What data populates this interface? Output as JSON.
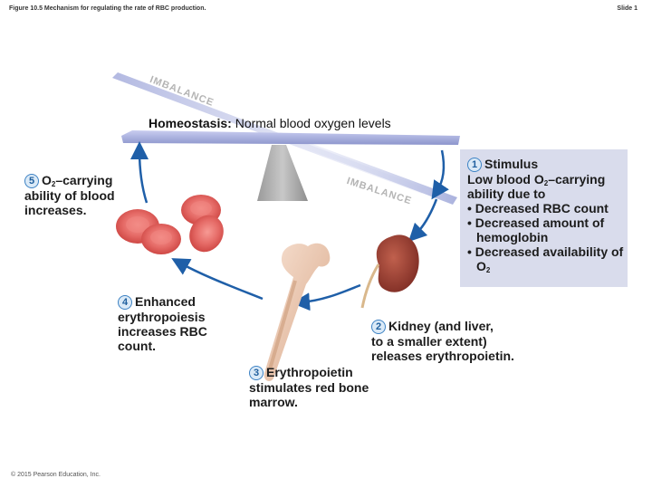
{
  "header": {
    "figure_title": "Figure 10.5 Mechanism for regulating the rate of RBC production.",
    "slide_label": "Slide 1"
  },
  "footer": {
    "copyright": "© 2015 Pearson Education, Inc."
  },
  "balance": {
    "homeostasis_label": "Homeostasis:",
    "homeostasis_text": "Normal blood oxygen levels",
    "imbalance_top": "IMBALANCE",
    "imbalance_right": "IMBALANCE"
  },
  "steps": [
    {
      "number": "1",
      "title": "Stimulus",
      "text_pre": "Low blood O",
      "text_sub": "2",
      "text_post": "–carrying ability due to",
      "bullets": [
        "Decreased RBC count",
        "Decreased amount of hemoglobin",
        "Decreased availability of O"
      ],
      "last_bullet_sub": "2"
    },
    {
      "number": "2",
      "lines": [
        "Kidney (and liver,",
        "to a smaller extent)",
        "releases erythropoietin."
      ]
    },
    {
      "number": "3",
      "lines": [
        "Erythropoietin",
        "stimulates red bone",
        "marrow."
      ]
    },
    {
      "number": "4",
      "lines": [
        "Enhanced",
        "erythropoiesis",
        "increases RBC",
        "count."
      ]
    },
    {
      "number": "5",
      "line1_pre": "O",
      "line1_sub": "2",
      "line1_post": "–carrying",
      "lines": [
        "ability of blood",
        "increases."
      ]
    }
  ],
  "colors": {
    "arrow": "#1f5fa8",
    "beam": "#9ea6d6",
    "stimulus_box": "#d9dcec",
    "rbc": "#e05a5a",
    "kidney": "#9a3b2e",
    "bone": "#f0d3c0"
  }
}
